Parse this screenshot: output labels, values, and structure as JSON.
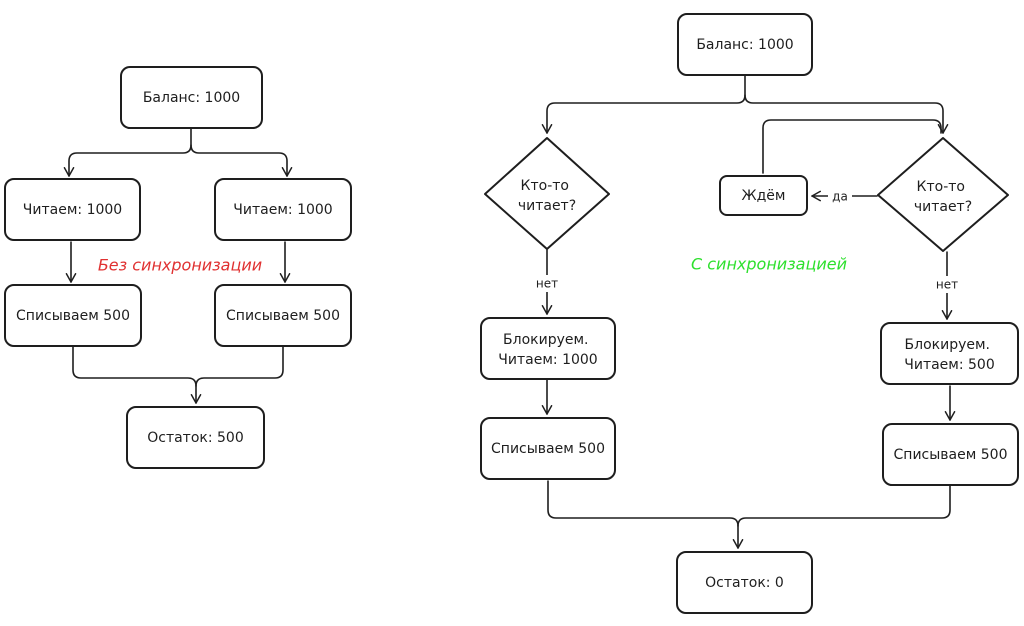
{
  "left": {
    "title": "Без синхронизации",
    "title_color": "#e03131",
    "balance": "Баланс: 1000",
    "read_a": "Читаем: 1000",
    "read_b": "Читаем: 1000",
    "debit_a": "Списываем 500",
    "debit_b": "Списываем 500",
    "result": "Остаток: 500"
  },
  "right": {
    "title": "С синхронизацией",
    "title_color": "#2de02d",
    "balance": "Баланс: 1000",
    "check_a": [
      "Кто-то",
      "читает?"
    ],
    "check_b": [
      "Кто-то",
      "читает?"
    ],
    "wait": "Ждём",
    "yes": "да",
    "no_a": "нет",
    "no_b": "нет",
    "lock_read_a": [
      "Блокируем.",
      "Читаем: 1000"
    ],
    "lock_read_b": [
      "Блокируем.",
      "Читаем: 500"
    ],
    "debit_a": "Списываем 500",
    "debit_b": "Списываем 500",
    "result": "Остаток: 0"
  }
}
